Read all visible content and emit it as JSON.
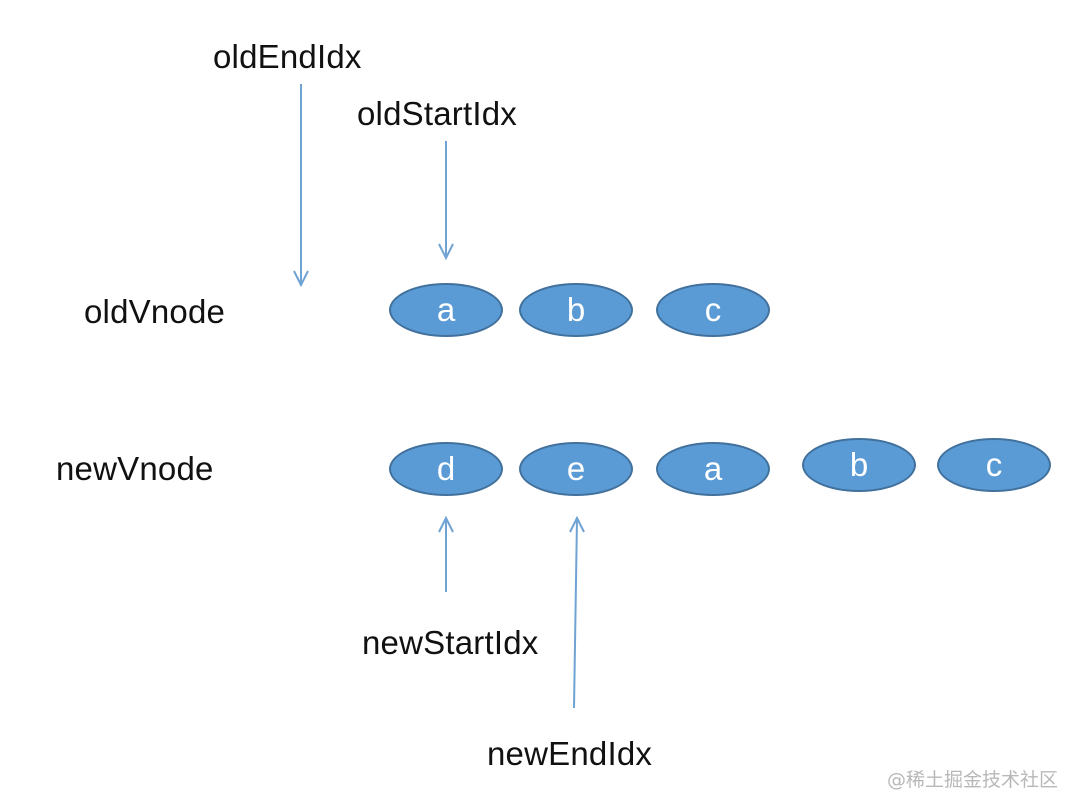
{
  "labels": {
    "old_end_idx": "oldEndIdx",
    "old_start_idx": "oldStartIdx",
    "old_vnode": "oldVnode",
    "new_vnode": "newVnode",
    "new_start_idx": "newStartIdx",
    "new_end_idx": "newEndIdx"
  },
  "old_nodes": [
    "a",
    "b",
    "c"
  ],
  "new_nodes": [
    "d",
    "e",
    "a",
    "b",
    "c"
  ],
  "watermark": "@稀土掘金技术社区",
  "colors": {
    "node_fill": "#5b9bd5",
    "node_border": "#41719c",
    "node_text": "#ffffff",
    "arrow": "#6fa3d3",
    "text": "#111111"
  }
}
